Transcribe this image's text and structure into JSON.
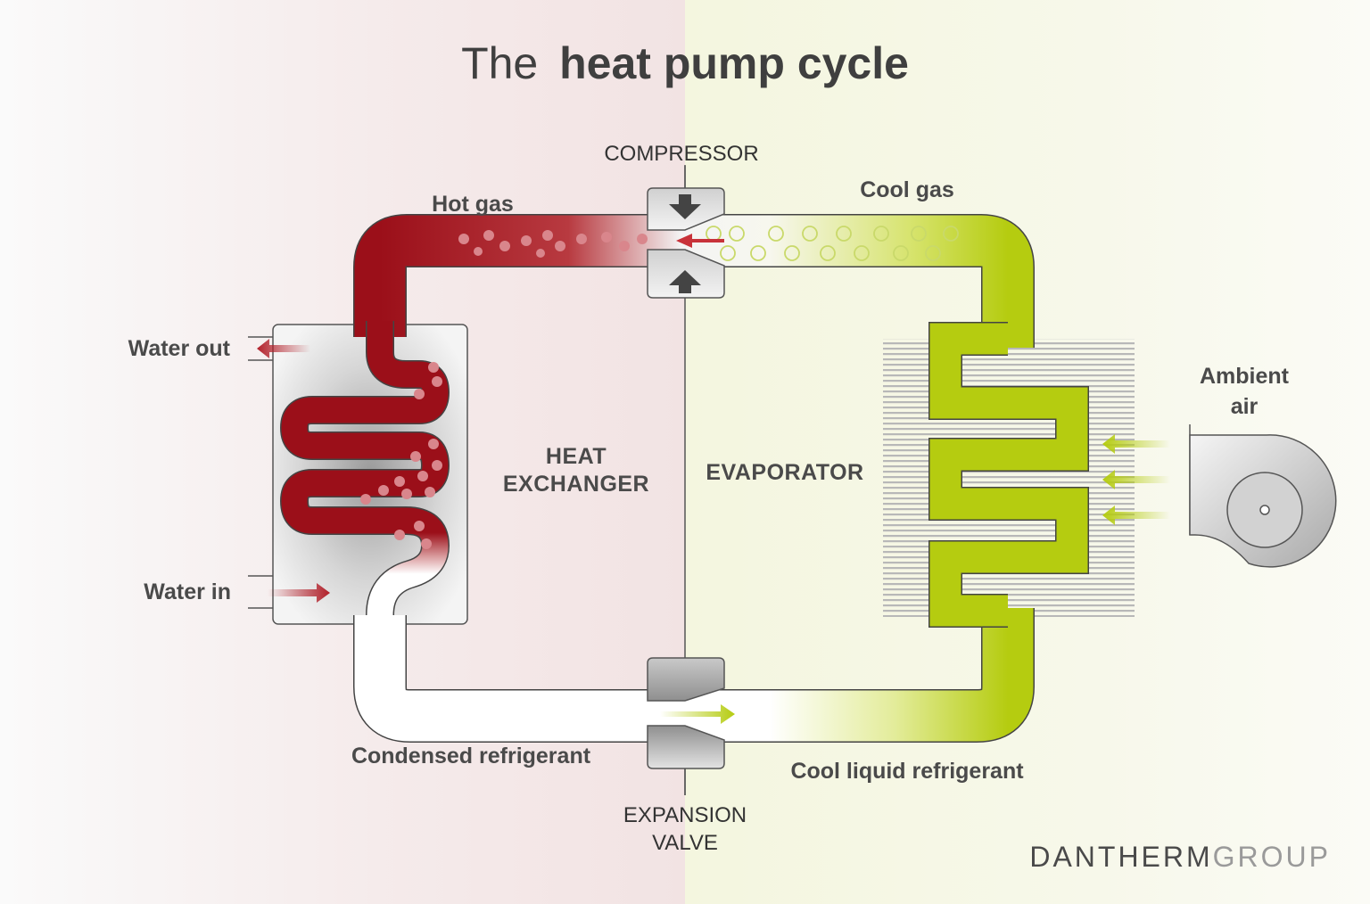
{
  "title": {
    "light": "The",
    "bold": "heat pump cycle"
  },
  "labels": {
    "compressor": "COMPRESSOR",
    "hot_gas": "Hot gas",
    "cool_gas": "Cool gas",
    "water_out": "Water out",
    "water_in": "Water in",
    "heat_exchanger_line1": "HEAT",
    "heat_exchanger_line2": "EXCHANGER",
    "evaporator": "EVAPORATOR",
    "ambient_air_line1": "Ambient",
    "ambient_air_line2": "air",
    "condensed_refrigerant": "Condensed refrigerant",
    "cool_liquid_refrigerant": "Cool liquid refrigerant",
    "expansion_valve_line1": "EXPANSION",
    "expansion_valve_line2": "VALVE"
  },
  "logo": {
    "bold": "DANTHERM",
    "light": "GROUP"
  },
  "colors": {
    "hot": "#9b0f19",
    "cool": "#b5cc10",
    "warm_background": "#f3e4e4",
    "cool_background": "#f3f5dc",
    "component_grey": "#c8c8c8",
    "text": "#444444"
  },
  "icons": {
    "compressor_top": "arrow-down-icon",
    "compressor_bottom": "arrow-up-icon",
    "fan": "fan-icon"
  }
}
